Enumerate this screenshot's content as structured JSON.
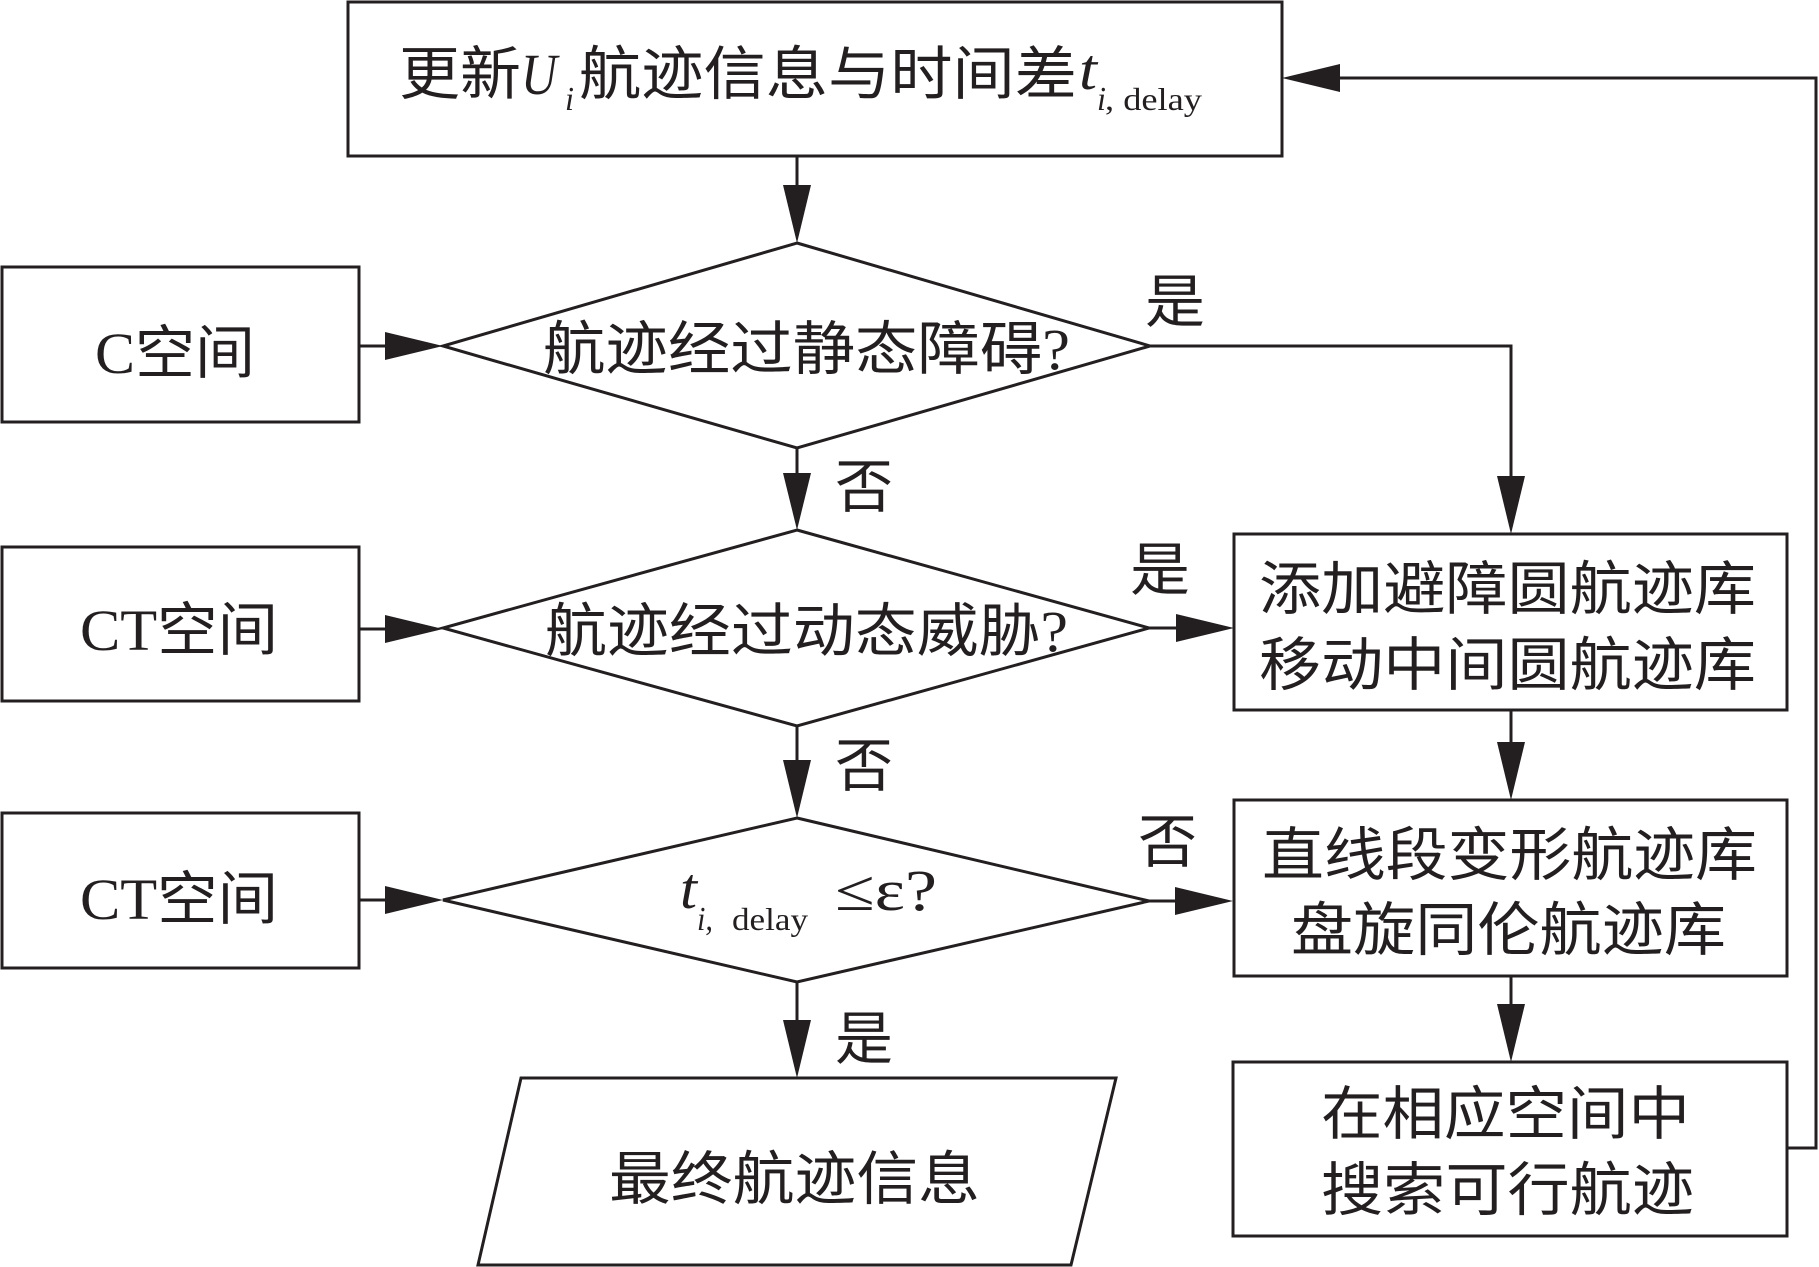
{
  "colors": {
    "stroke": "#231f20",
    "fill": "#ffffff",
    "text": "#231f20",
    "background": "#ffffff"
  },
  "nodes": {
    "update": {
      "prefix": "更新",
      "var_u": "U",
      "var_u_sub": "i",
      "middle": "航迹信息与时间差",
      "var_t": "t",
      "var_t_sub_i": "i",
      "var_t_sub_rest": ", delay"
    },
    "c_space": {
      "label": "C空间"
    },
    "ct_space_dynamic": {
      "label": "CT空间"
    },
    "ct_space_delay": {
      "label": "CT空间"
    },
    "check_static": {
      "label": "航迹经过静态障碍?"
    },
    "check_dynamic": {
      "label": "航迹经过动态威胁?"
    },
    "check_delay": {
      "var_t": "t",
      "sub_i": "i,",
      "sub_rest": "delay",
      "condition": "≤ε?"
    },
    "add_library": {
      "lines": [
        "添加避障圆航迹库",
        "移动中间圆航迹库"
      ]
    },
    "deform_library": {
      "lines": [
        "直线段变形航迹库",
        "盘旋同伦航迹库"
      ]
    },
    "search_space": {
      "lines": [
        "在相应空间中",
        "搜索可行航迹"
      ]
    },
    "final_output": {
      "label": "最终航迹信息"
    }
  },
  "edge_labels": {
    "static_yes": "是",
    "static_no": "否",
    "dynamic_yes": "是",
    "dynamic_no": "否",
    "delay_no": "否",
    "delay_yes": "是"
  },
  "edges": [
    {
      "from": "update",
      "to": "check_static"
    },
    {
      "from": "c_space",
      "to": "check_static"
    },
    {
      "from": "check_static",
      "to": "add_library",
      "label": "是"
    },
    {
      "from": "check_static",
      "to": "check_dynamic",
      "label": "否"
    },
    {
      "from": "ct_space_dynamic",
      "to": "check_dynamic"
    },
    {
      "from": "check_dynamic",
      "to": "add_library",
      "label": "是"
    },
    {
      "from": "check_dynamic",
      "to": "check_delay",
      "label": "否"
    },
    {
      "from": "ct_space_delay",
      "to": "check_delay"
    },
    {
      "from": "check_delay",
      "to": "deform_library",
      "label": "否"
    },
    {
      "from": "check_delay",
      "to": "final_output",
      "label": "是"
    },
    {
      "from": "add_library",
      "to": "deform_library"
    },
    {
      "from": "deform_library",
      "to": "search_space"
    },
    {
      "from": "search_space",
      "to": "update"
    }
  ]
}
